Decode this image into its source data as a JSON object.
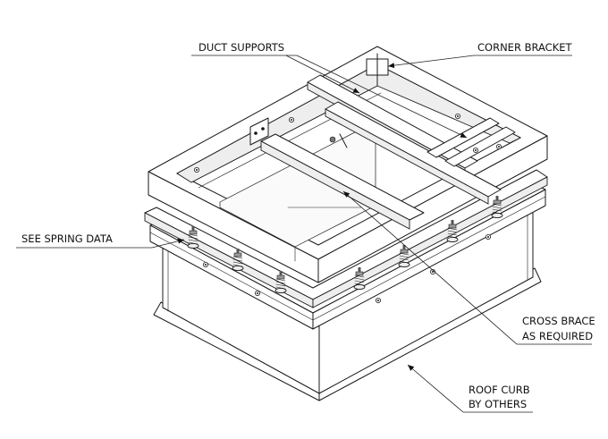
{
  "labels": {
    "duct_supports": "DUCT SUPPORTS",
    "corner_bracket": "CORNER BRACKET",
    "see_spring_data": "SEE SPRING DATA",
    "cross_brace_line1": "CROSS BRACE",
    "cross_brace_line2": "AS REQUIRED",
    "roof_curb_line1": "ROOF CURB",
    "roof_curb_line2": "BY OTHERS"
  }
}
